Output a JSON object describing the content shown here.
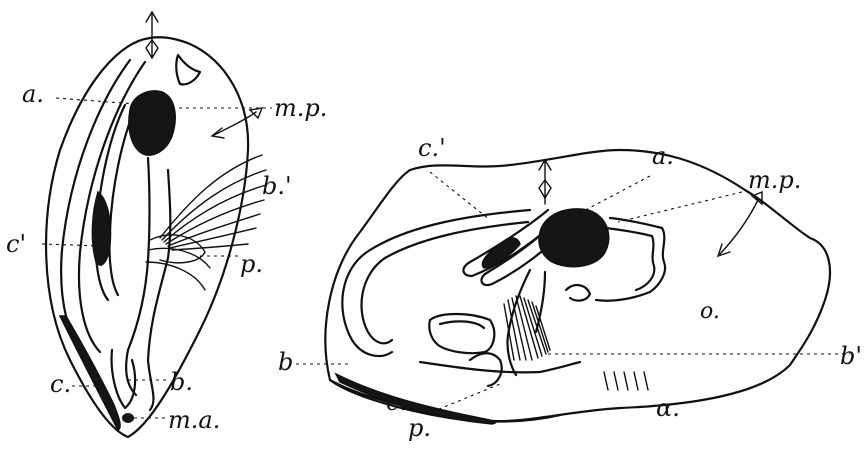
{
  "left_figure": {
    "labels": {
      "a": "a.",
      "mp": "m.p.",
      "b_prime": "b.'",
      "c_prime": "c'",
      "p": "p.",
      "c": "c.",
      "b": "b.",
      "ma": "m.a."
    }
  },
  "right_figure": {
    "labels": {
      "c_prime": "c.'",
      "a": "a.",
      "mp": "m.p.",
      "b": "b",
      "b_prime": "b'",
      "c": "c.",
      "p": "p.",
      "alpha": "α.",
      "o": "o."
    }
  },
  "colors": {
    "ink": "#111111",
    "background": "#ffffff",
    "solid_fill": "#151515"
  }
}
